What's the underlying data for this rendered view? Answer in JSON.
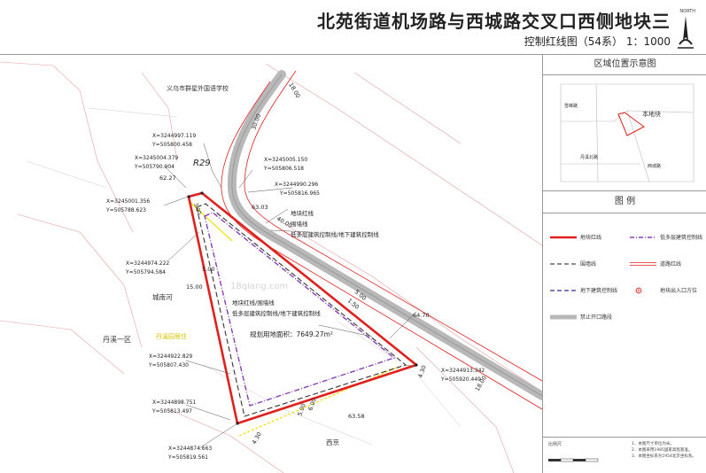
{
  "header": {
    "title": "北苑街道机场路与西城路交叉口西侧地块三",
    "subtitle": "控制红线图（54系） 1：1000",
    "north_label": "NORTH"
  },
  "map": {
    "place_labels": {
      "school": "义乌市群星外国语学校",
      "chengnanhe": "城南河",
      "danxi": "丹溪一区",
      "xijing": "西京"
    },
    "road_label": "R29",
    "elevations": {
      "e1": "62.27",
      "e2": "63.03",
      "e3": "64.70",
      "e4": "63.58"
    },
    "dimensions": {
      "d1": "18.00",
      "d2": "30.00",
      "d3": "40.00",
      "d4": "5.00",
      "d5": "15.00",
      "d6": "3.00",
      "d7": "5.00",
      "d8": "1.50",
      "d9": "4.30",
      "d10": "18.00",
      "d11": "6.00",
      "d12": "5.00",
      "d13": "4.30"
    },
    "coords": {
      "c1x": "X=3244997.119",
      "c1y": "Y=505800.458",
      "c2x": "X=3245004.379",
      "c2y": "Y=505790.904",
      "c3x": "X=3245005.150",
      "c3y": "Y=505806.518",
      "c4x": "X=3244990.296",
      "c4y": "Y=505816.965",
      "c5x": "X=3245001.356",
      "c5y": "Y=505788.623",
      "c6x": "X=3244974.222",
      "c6y": "Y=505794.584",
      "c7x": "X=3244922.829",
      "c7y": "Y=505807.430",
      "c8x": "X=3244913.342",
      "c8y": "Y=505920.449",
      "c9x": "X=3244898.751",
      "c9y": "Y=505813.497",
      "c10x": "X=3244874.663",
      "c10y": "Y=505819.561"
    },
    "callouts": {
      "boundary": "地块红线",
      "wall": "围墙线",
      "lowrise": "低多层建筑控制线/地下建筑控制线",
      "inner1": "地块红线/围墙线",
      "inner2": "低多层建筑控制线/地下建筑控制线",
      "highlight": "丹溪园居住"
    },
    "area_label": "规划用地面积：7649.27m²",
    "watermark": "18qiang.com"
  },
  "location_map": {
    "heading": "区域位置示意图",
    "label_site": "本地块",
    "label_r1": "雪峰路",
    "label_r2": "丹溪北路",
    "label_r3": "西城路"
  },
  "legend": {
    "heading": "图 例",
    "items": [
      {
        "label": "地块红线"
      },
      {
        "label": "低多层建筑控制线"
      },
      {
        "label": "围墙线"
      },
      {
        "label": "道路红线"
      },
      {
        "label": "地下建筑控制线"
      },
      {
        "label": "地块出入口方位"
      },
      {
        "label": "禁止开口路段"
      }
    ]
  },
  "footer": {
    "scale_label": "比例尺",
    "notes": [
      "1．本图尺寸单位为米。",
      "2．本图采用1985国家高程基准。",
      "3．本图坐标系为1954北京坐标系。"
    ]
  },
  "colors": {
    "boundary_red": "#e0201c",
    "purple": "#8a3fb8",
    "navy": "#2a2a9a",
    "road_gray": "#b8b8b8",
    "highlight_yellow": "#f0e000"
  }
}
